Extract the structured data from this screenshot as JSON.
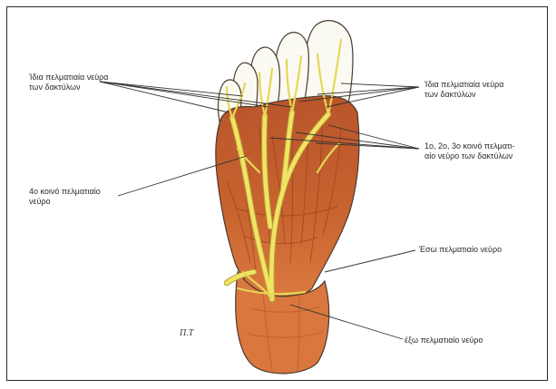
{
  "labels": {
    "proper_digital_left": "Ίδια πελματιαία νεύρα\nτων δακτύλων",
    "proper_digital_right": "Ίδια πελματιαία νεύρα\nτων δακτύλων",
    "common_digital_123": "1ο, 2ο, 3ο κοινό πελματι-\nαίο νεύρο των δακτύλων",
    "common_digital_4": "4ο κοινό πελματιαίο\nνεύρο",
    "medial_plantar": "Έσω πελματιαίο νεύρο",
    "lateral_plantar": "έξω πελματιαίο νεύρο"
  },
  "signature": "Π.Τ",
  "colors": {
    "muscle": "#c8632f",
    "muscle_dark": "#8e3b1b",
    "heel": "#d9773e",
    "nerve": "#f1e463",
    "nerve_outline": "#b7a23a",
    "skin_outline": "#4a3a30",
    "leader": "#333333"
  }
}
